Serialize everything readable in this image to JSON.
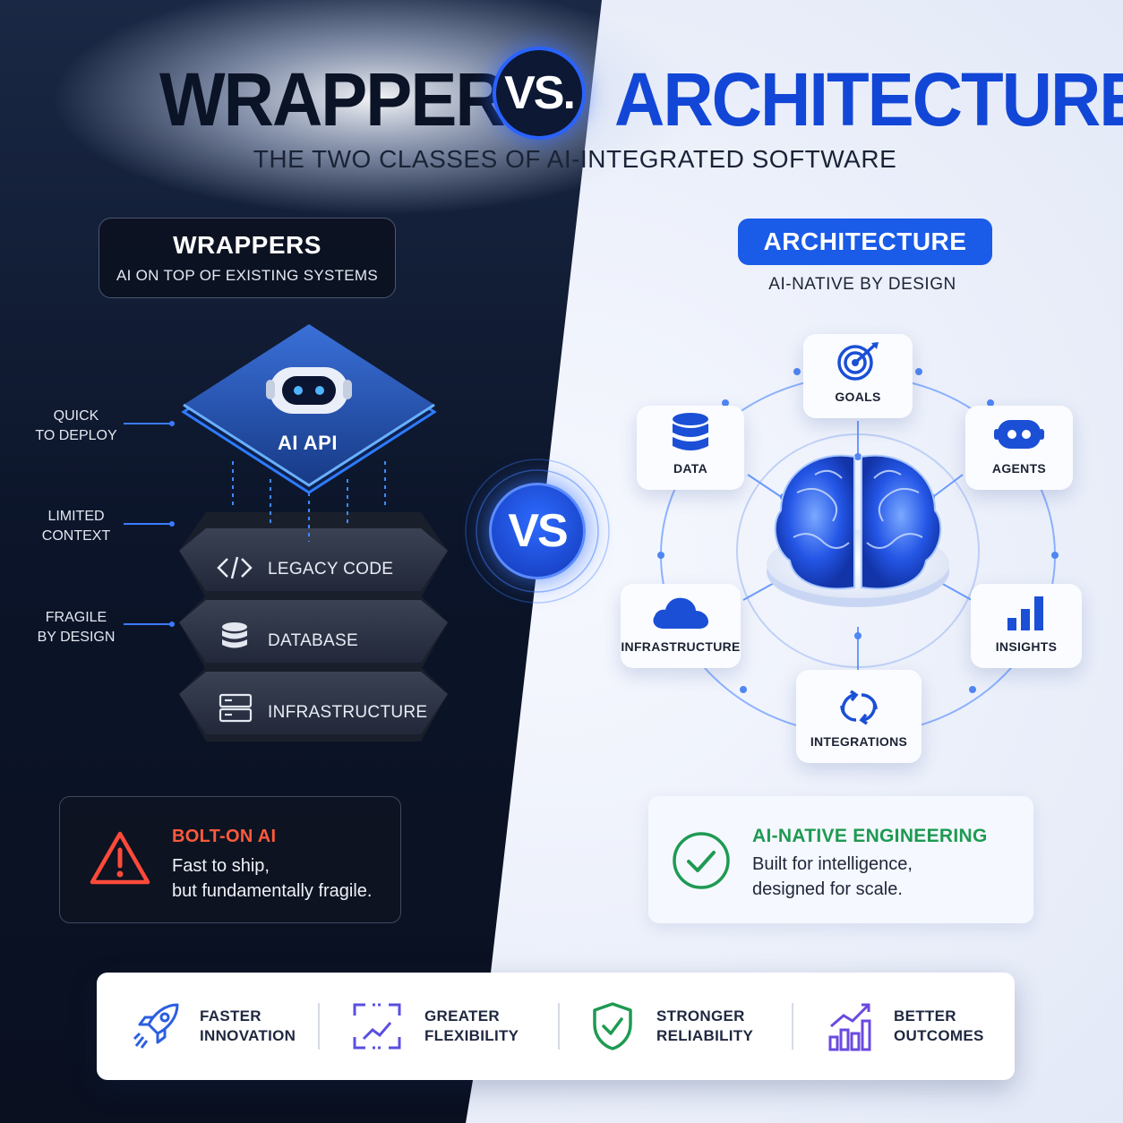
{
  "header": {
    "title_left": "WRAPPERS",
    "vs": "VS.",
    "title_right": "ARCHITECTURE",
    "subtitle": "THE TWO CLASSES OF AI-INTEGRATED SOFTWARE"
  },
  "wrappers": {
    "title": "WRAPPERS",
    "subtitle": "AI ON TOP OF EXISTING SYSTEMS",
    "side_labels": [
      "QUICK\nTO DEPLOY",
      "LIMITED\nCONTEXT",
      "FRAGILE\nBY DESIGN"
    ],
    "ai_api_label": "AI API",
    "layers": [
      {
        "label": "LEGACY CODE",
        "icon": "code-icon"
      },
      {
        "label": "DATABASE",
        "icon": "database-icon"
      },
      {
        "label": "INFRASTRUCTURE",
        "icon": "server-icon"
      }
    ],
    "card": {
      "title": "BOLT-ON AI",
      "line1": "Fast to ship,",
      "line2": "but fundamentally fragile."
    }
  },
  "center_vs": "VS",
  "architecture": {
    "title": "ARCHITECTURE",
    "subtitle": "AI-NATIVE BY DESIGN",
    "nodes": [
      {
        "label": "GOALS",
        "icon": "target-icon"
      },
      {
        "label": "DATA",
        "icon": "database-icon"
      },
      {
        "label": "AGENTS",
        "icon": "robot-icon"
      },
      {
        "label": "INFRASTRUCTURE",
        "icon": "cloud-icon"
      },
      {
        "label": "INSIGHTS",
        "icon": "bar-chart-icon"
      },
      {
        "label": "INTEGRATIONS",
        "icon": "sync-icon"
      }
    ],
    "card": {
      "title": "AI-NATIVE ENGINEERING",
      "line1": "Built for intelligence,",
      "line2": "designed for scale."
    }
  },
  "benefits": [
    {
      "line1": "FASTER",
      "line2": "INNOVATION",
      "icon": "rocket-icon"
    },
    {
      "line1": "GREATER",
      "line2": "FLEXIBILITY",
      "icon": "expand-icon"
    },
    {
      "line1": "STRONGER",
      "line2": "RELIABILITY",
      "icon": "shield-check-icon"
    },
    {
      "line1": "BETTER",
      "line2": "OUTCOMES",
      "icon": "growth-chart-icon"
    }
  ],
  "colors": {
    "dark_bg": "#0a1122",
    "light_bg": "#eef2fb",
    "accent_blue": "#1a5be8",
    "warning_red": "#ff5a3c",
    "success_green": "#1e9a52"
  }
}
